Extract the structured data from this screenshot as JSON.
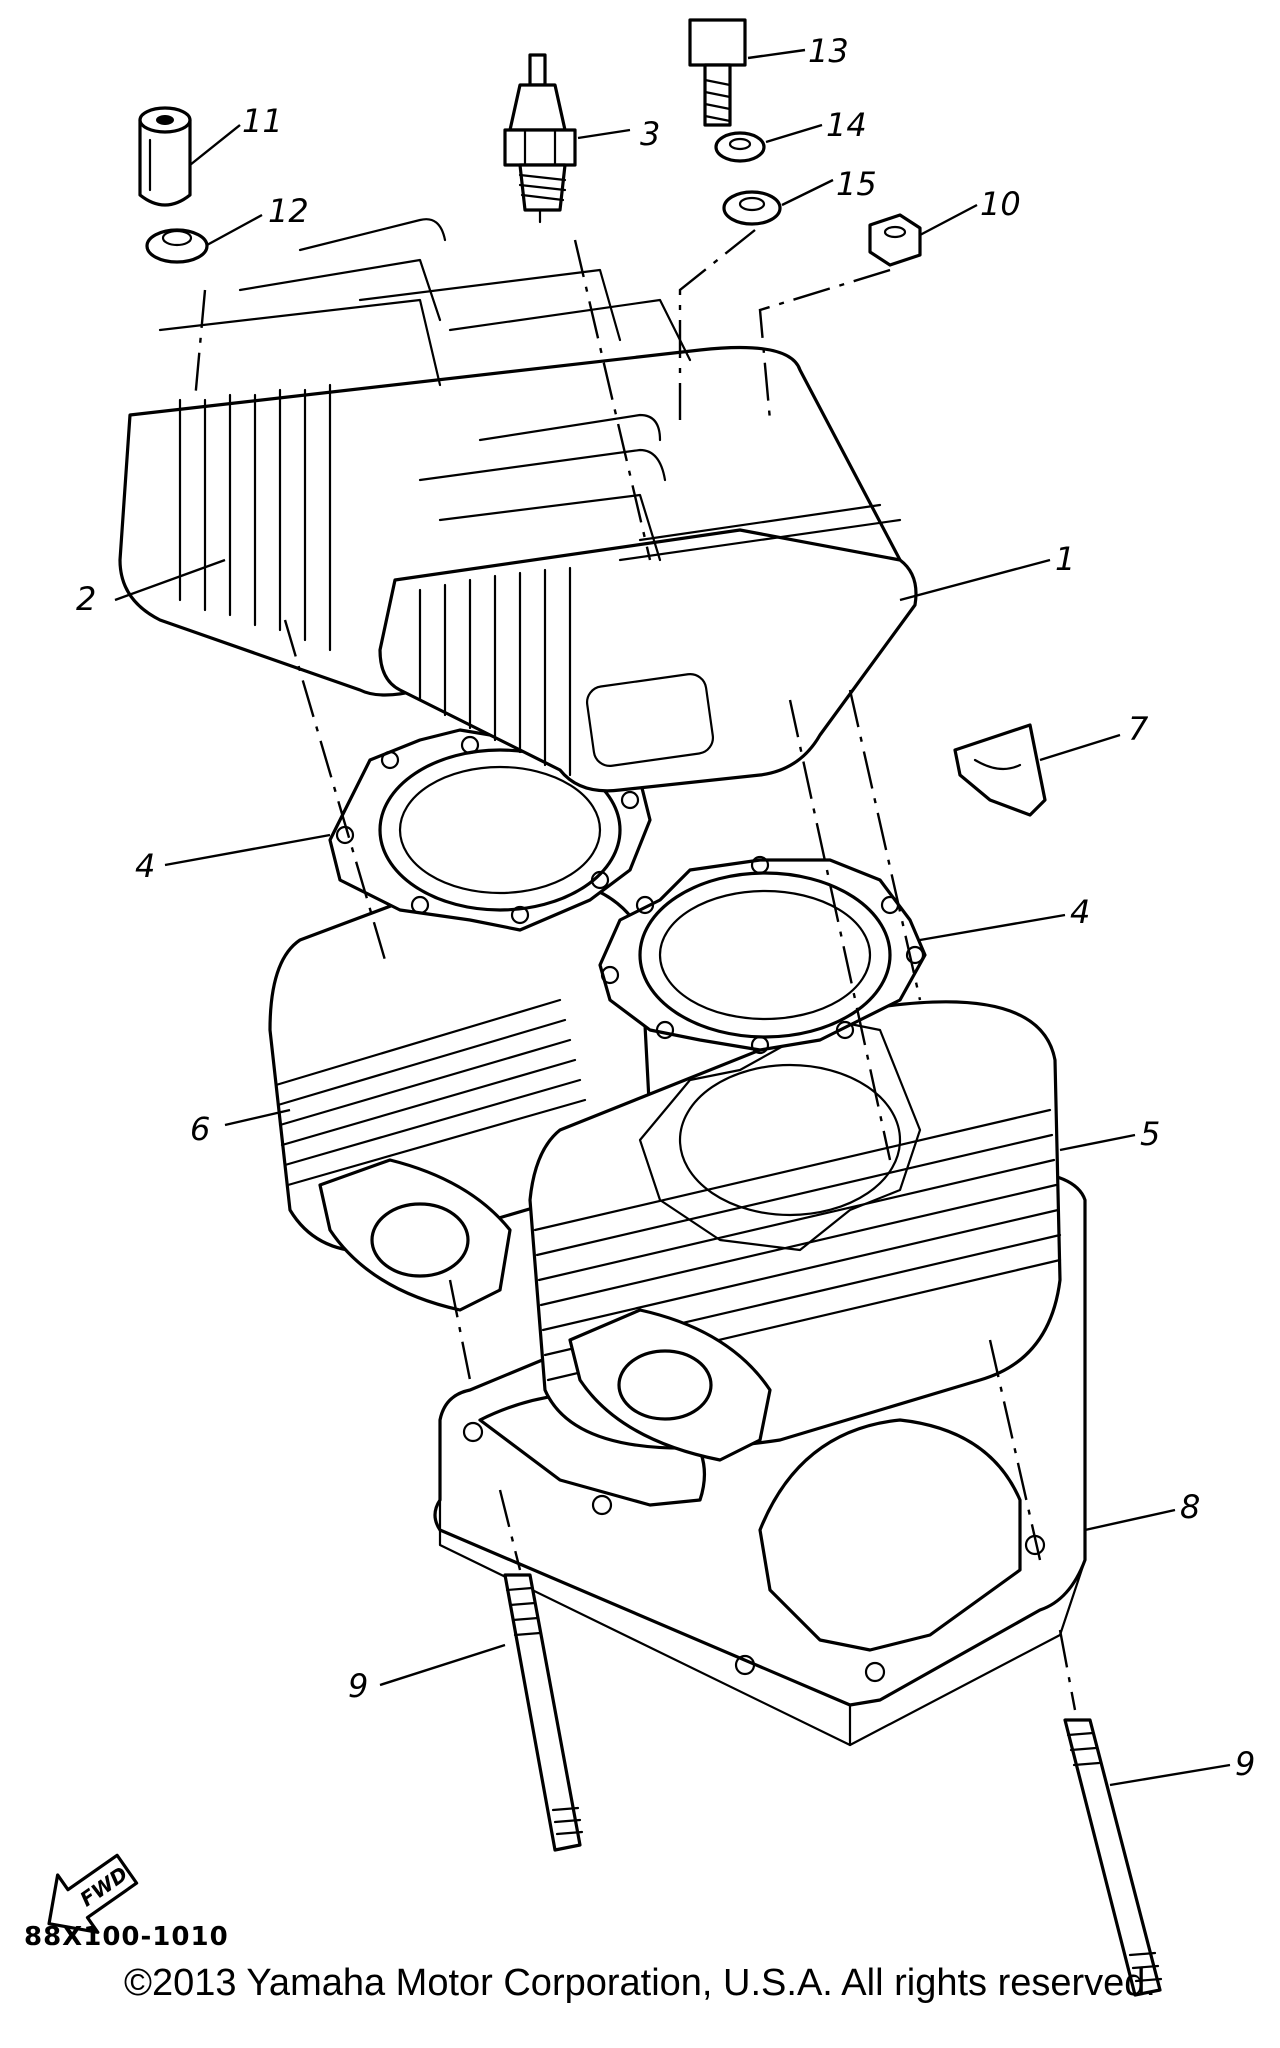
{
  "callouts": {
    "c1": "1",
    "c2": "2",
    "c3": "3",
    "c4a": "4",
    "c4b": "4",
    "c5": "5",
    "c6": "6",
    "c7": "7",
    "c8": "8",
    "c9a": "9",
    "c9b": "9",
    "c10": "10",
    "c11": "11",
    "c12": "12",
    "c13": "13",
    "c14": "14",
    "c15": "15"
  },
  "fwd_label": "FWD",
  "drawing_code": "88X100-1010",
  "copyright": "©2013 Yamaha Motor Corporation, U.S.A. All rights reserved."
}
